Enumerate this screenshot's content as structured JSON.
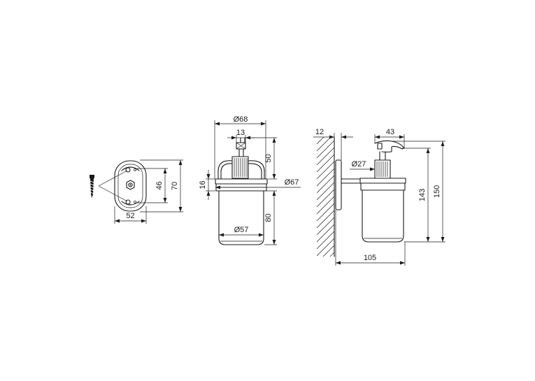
{
  "mount_view": {
    "width_label": "52",
    "height_label": "70",
    "hole_spacing_label": "46"
  },
  "front_view": {
    "top_diameter_label": "Ø68",
    "pump_width_label": "13",
    "pump_height_label": "50",
    "collar_height_label": "16",
    "collar_diameter_label": "Ø67",
    "container_diameter_label": "Ø57",
    "container_height_label": "80"
  },
  "side_view": {
    "wall_offset_label": "12",
    "spout_label": "43",
    "neck_diameter_label": "Ø27",
    "total_height_label": "150",
    "height_to_spout_label": "143",
    "projection_label": "105"
  }
}
